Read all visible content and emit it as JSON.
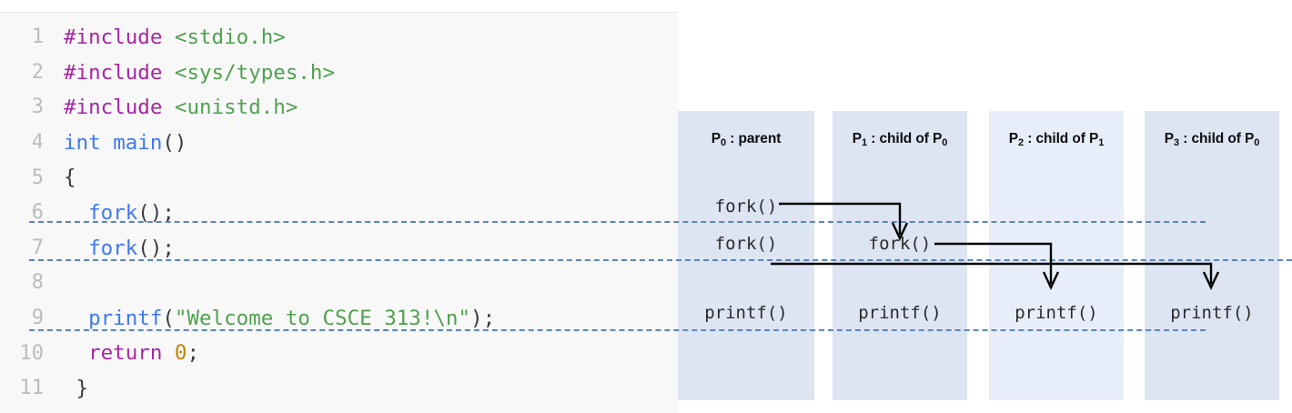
{
  "code": {
    "language": "c",
    "lines": [
      {
        "number": "1",
        "tokens": [
          {
            "t": "#include ",
            "c": "pre"
          },
          {
            "t": "<stdio.h>",
            "c": "str"
          }
        ]
      },
      {
        "number": "2",
        "tokens": [
          {
            "t": "#include ",
            "c": "pre"
          },
          {
            "t": "<sys/types.h>",
            "c": "str"
          }
        ]
      },
      {
        "number": "3",
        "tokens": [
          {
            "t": "#include ",
            "c": "pre"
          },
          {
            "t": "<unistd.h>",
            "c": "str"
          }
        ]
      },
      {
        "number": "4",
        "tokens": [
          {
            "t": "int ",
            "c": "type"
          },
          {
            "t": "main",
            "c": "fn"
          },
          {
            "t": "()",
            "c": "punc"
          }
        ]
      },
      {
        "number": "5",
        "tokens": [
          {
            "t": "{",
            "c": "punc"
          }
        ]
      },
      {
        "number": "6",
        "tokens": [
          {
            "t": "  ",
            "c": "punc"
          },
          {
            "t": "fork",
            "c": "fn"
          },
          {
            "t": "();",
            "c": "punc"
          }
        ]
      },
      {
        "number": "7",
        "tokens": [
          {
            "t": "  ",
            "c": "punc"
          },
          {
            "t": "fork",
            "c": "fn"
          },
          {
            "t": "();",
            "c": "punc"
          }
        ]
      },
      {
        "number": "8",
        "tokens": []
      },
      {
        "number": "9",
        "tokens": [
          {
            "t": "  ",
            "c": "punc"
          },
          {
            "t": "printf",
            "c": "fn"
          },
          {
            "t": "(",
            "c": "punc"
          },
          {
            "t": "\"Welcome to CSCE 313!\\n\"",
            "c": "str"
          },
          {
            "t": ");",
            "c": "punc"
          }
        ]
      },
      {
        "number": "10",
        "tokens": [
          {
            "t": "  ",
            "c": "punc"
          },
          {
            "t": "return ",
            "c": "kw"
          },
          {
            "t": "0",
            "c": "num"
          },
          {
            "t": ";",
            "c": "punc"
          }
        ]
      },
      {
        "number": "11",
        "tokens": [
          {
            "t": " }",
            "c": "punc"
          }
        ]
      }
    ]
  },
  "diagram": {
    "columns": [
      {
        "id": "p0",
        "header_prefix": "P",
        "header_sub": "0",
        "header_suffix": " : parent",
        "calls": [
          "fork()",
          "fork()",
          "printf()"
        ]
      },
      {
        "id": "p1",
        "header_prefix": "P",
        "header_sub": "1",
        "header_suffix": " : child of P",
        "header_sub2": "0",
        "calls": [
          "fork()",
          "printf()"
        ]
      },
      {
        "id": "p2",
        "header_prefix": "P",
        "header_sub": "2",
        "header_suffix": " : child of P",
        "header_sub2": "1",
        "calls": [
          "printf()"
        ]
      },
      {
        "id": "p3",
        "header_prefix": "P",
        "header_sub": "3",
        "header_suffix": " : child of P",
        "header_sub2": "0",
        "calls": [
          "printf()"
        ]
      }
    ],
    "calls": {
      "p0_fork1": "fork()",
      "p0_fork2": "fork()",
      "p0_printf": "printf()",
      "p1_fork": "fork()",
      "p1_printf": "printf()",
      "p2_printf": "printf()",
      "p3_printf": "printf()"
    },
    "colors": {
      "column_fill_dark": "#dde4f2",
      "column_fill_light": "#e8eef9",
      "guide_line": "#5b84c4",
      "arrow": "#000000"
    }
  }
}
